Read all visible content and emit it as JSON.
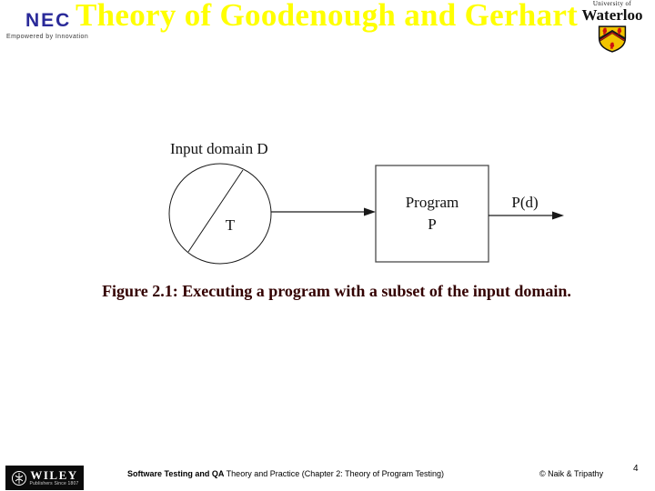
{
  "title": "Theory of Goodenough and Gerhart",
  "header": {
    "nec_logo": "NEC",
    "nec_tagline": "Empowered by Innovation",
    "uw_line1": "University of",
    "uw_line2": "Waterloo"
  },
  "diagram": {
    "input_domain_label": "Input domain D",
    "subset_label": "T",
    "program_line1": "Program",
    "program_line2": "P",
    "output_label": "P(d)"
  },
  "caption": "Figure 2.1: Executing a program with a subset of the input domain.",
  "footer": {
    "wiley_logo": "WILEY",
    "wiley_tagline": "Publishers Since 1807",
    "course_title_bold": "Software Testing and QA",
    "course_title_rest": " Theory and Practice (Chapter 2: Theory of Program Testing)",
    "copyright": "© Naik & Tripathy",
    "page_number": "4"
  },
  "colors": {
    "title_yellow": "#ffff00",
    "nec_blue": "#2a2a99",
    "caption_dark": "#330000",
    "uw_shield_gold": "#f2c400",
    "uw_shield_red": "#cc1111",
    "background": "#ffffff"
  }
}
